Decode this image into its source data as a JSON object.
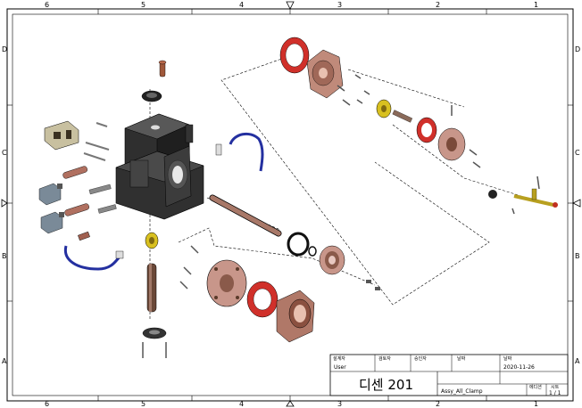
{
  "zones": {
    "columns": [
      "6",
      "5",
      "4",
      "3",
      "2",
      "1"
    ],
    "rows": [
      "D",
      "C",
      "B",
      "A"
    ]
  },
  "title_block": {
    "h_designer": "설계자",
    "v_designer": "User",
    "h_checker": "검토자",
    "h_approver": "승인자",
    "h_date1": "날짜",
    "h_date2": "날짜",
    "v_date2": "2020-11-26",
    "company": "디센 201",
    "h_size": "",
    "drawing_name": "Assy_All_Clamp",
    "h_rev": "에디션",
    "h_sheet": "시트",
    "v_sheet": "1 / 1"
  },
  "colors": {
    "frame": "#000000",
    "body_dark": "#3a3a3a",
    "copper": "#c08a7a",
    "gasket_red": "#d0302a",
    "brass": "#d8c020",
    "hose_blue": "#2430a0",
    "bolt": "#8a8a8a"
  }
}
